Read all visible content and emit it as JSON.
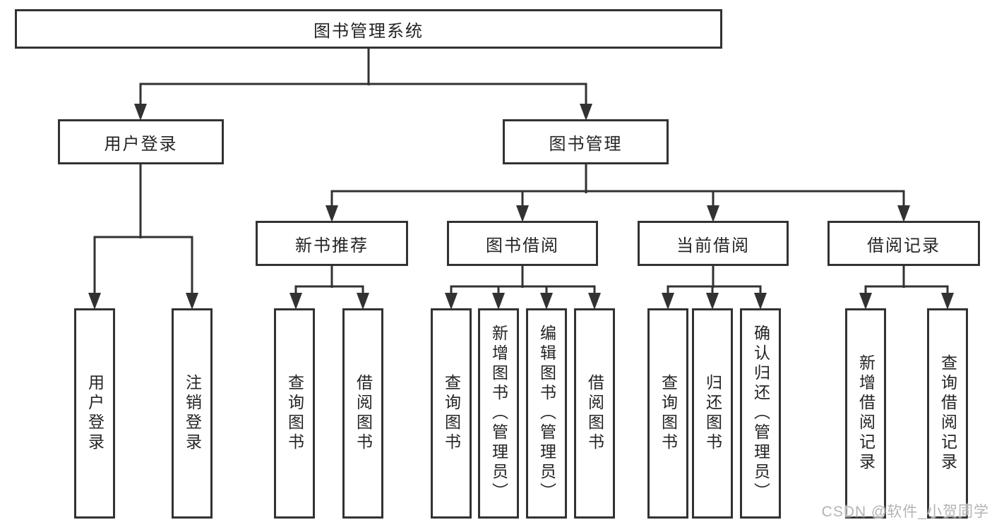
{
  "diagram": {
    "root": "图书管理系统",
    "user_login": {
      "label": "用户登录",
      "children": [
        "用户登录",
        "注销登录"
      ]
    },
    "book_mgmt": {
      "label": "图书管理",
      "groups": [
        {
          "label": "新书推荐",
          "children": [
            "查询图书",
            "借阅图书"
          ]
        },
        {
          "label": "图书借阅",
          "children": [
            "查询图书",
            "新增图书（管理员）",
            "编辑图书（管理员）",
            "借阅图书"
          ]
        },
        {
          "label": "当前借阅",
          "children": [
            "查询图书",
            "归还图书",
            "确认归还（管理员）"
          ]
        },
        {
          "label": "借阅记录",
          "children": [
            "新增借阅记录",
            "查询借阅记录"
          ]
        }
      ]
    }
  },
  "watermark": "CSDN @软件_小贺同学",
  "colors": {
    "line": "#323232",
    "text": "#242424",
    "box_background": "#ffffff",
    "watermark": "#b4b4b4"
  }
}
